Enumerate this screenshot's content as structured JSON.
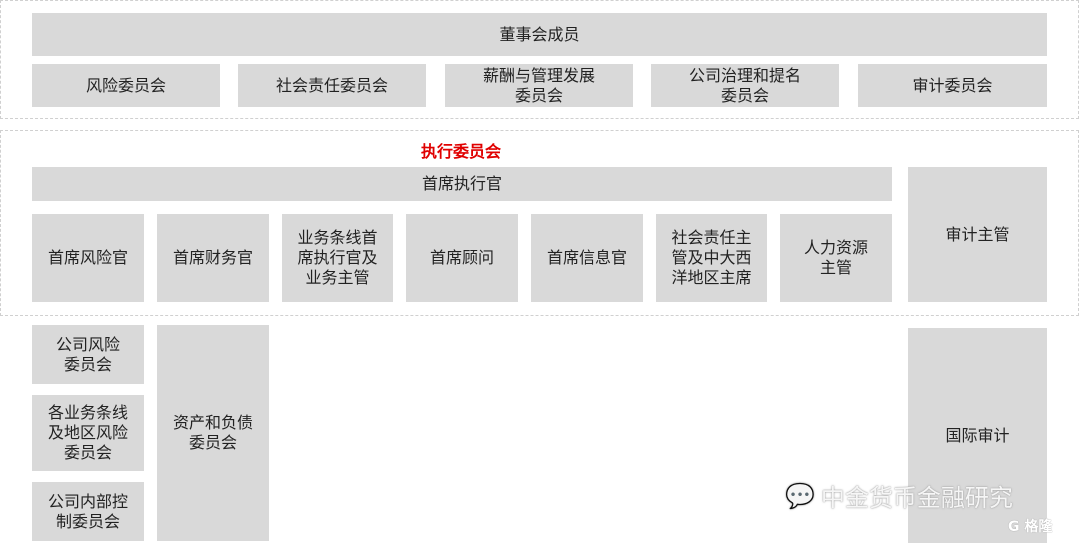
{
  "board": {
    "title": "董事会成员",
    "committees": [
      "风险委员会",
      "社会责任委员会",
      "薪酬与管理发展\n委员会",
      "公司治理和提名\n委员会",
      "审计委员会"
    ]
  },
  "executive": {
    "title": "执行委员会",
    "ceo": "首席执行官",
    "audit_head": "审计主管",
    "officers": [
      "首席风险官",
      "首席财务官",
      "业务条线首\n席执行官及\n业务主管",
      "首席顾问",
      "首席信息官",
      "社会责任主\n管及中大西\n洋地区主席",
      "人力资源\n主管"
    ]
  },
  "sub": {
    "risk": [
      "公司风险\n委员会",
      "各业务条线\n及地区风险\n委员会",
      "公司内部控\n制委员会"
    ],
    "alco": "资产和负债\n委员会",
    "intl_audit": "国际审计"
  },
  "watermark": {
    "text": "中金货币金融研究",
    "logo": "G 格隆"
  }
}
